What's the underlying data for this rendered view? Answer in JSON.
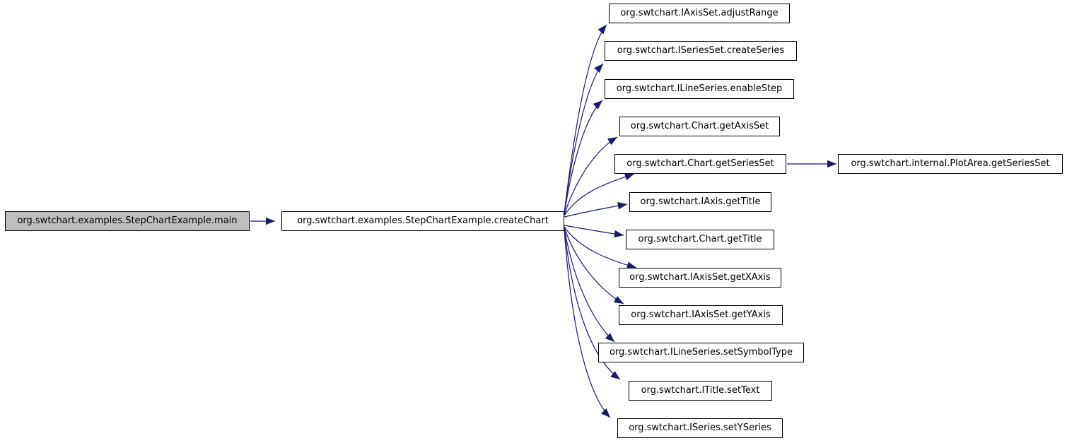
{
  "diagram": {
    "type": "doxygen-call-graph",
    "background_color": "#ffffff",
    "edge_color": "#191970",
    "node_border_color": "#000000",
    "node_fill_color": "#ffffff",
    "current_node_fill_color": "#bebebe",
    "nodes": [
      {
        "id": "main",
        "label": "org.swtchart.examples.StepChartExample.main",
        "current": true
      },
      {
        "id": "createChart",
        "label": "org.swtchart.examples.StepChartExample.createChart"
      },
      {
        "id": "adjustRange",
        "label": "org.swtchart.IAxisSet.adjustRange"
      },
      {
        "id": "createSeries",
        "label": "org.swtchart.ISeriesSet.createSeries"
      },
      {
        "id": "enableStep",
        "label": "org.swtchart.ILineSeries.enableStep"
      },
      {
        "id": "getAxisSet",
        "label": "org.swtchart.Chart.getAxisSet"
      },
      {
        "id": "getSeriesSet",
        "label": "org.swtchart.Chart.getSeriesSet"
      },
      {
        "id": "iaxisGetTitle",
        "label": "org.swtchart.IAxis.getTitle"
      },
      {
        "id": "chartGetTitle",
        "label": "org.swtchart.Chart.getTitle"
      },
      {
        "id": "getXAxis",
        "label": "org.swtchart.IAxisSet.getXAxis"
      },
      {
        "id": "getYAxis",
        "label": "org.swtchart.IAxisSet.getYAxis"
      },
      {
        "id": "setSymbolType",
        "label": "org.swtchart.ILineSeries.setSymbolType"
      },
      {
        "id": "setText",
        "label": "org.swtchart.ITitle.setText"
      },
      {
        "id": "setYSeries",
        "label": "org.swtchart.ISeries.setYSeries"
      },
      {
        "id": "plotAreaGetSeriesSet",
        "label": "org.swtchart.internal.PlotArea.getSeriesSet"
      }
    ],
    "edges": [
      {
        "from": "main",
        "to": "createChart"
      },
      {
        "from": "createChart",
        "to": "adjustRange"
      },
      {
        "from": "createChart",
        "to": "createSeries"
      },
      {
        "from": "createChart",
        "to": "enableStep"
      },
      {
        "from": "createChart",
        "to": "getAxisSet"
      },
      {
        "from": "createChart",
        "to": "getSeriesSet"
      },
      {
        "from": "createChart",
        "to": "iaxisGetTitle"
      },
      {
        "from": "createChart",
        "to": "chartGetTitle"
      },
      {
        "from": "createChart",
        "to": "getXAxis"
      },
      {
        "from": "createChart",
        "to": "getYAxis"
      },
      {
        "from": "createChart",
        "to": "setSymbolType"
      },
      {
        "from": "createChart",
        "to": "setText"
      },
      {
        "from": "createChart",
        "to": "setYSeries"
      },
      {
        "from": "getSeriesSet",
        "to": "plotAreaGetSeriesSet"
      }
    ]
  }
}
